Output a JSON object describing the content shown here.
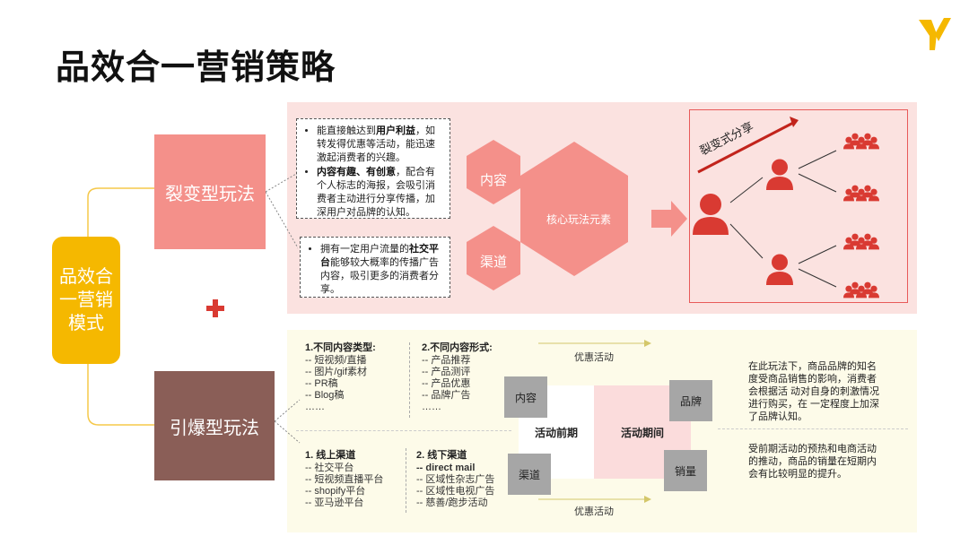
{
  "title": "品效合一营销策略",
  "mode_label": "品效合一营销模式",
  "fission_label": "裂变型玩法",
  "burst_label": "引爆型玩法",
  "colors": {
    "yellow": "#f5b800",
    "salmon": "#f4908a",
    "brown": "#8a5e57",
    "red": "#d93a32",
    "pink_panel": "#fbe2e0",
    "cream_panel": "#fdfbe9"
  },
  "fission": {
    "note1": [
      {
        "pre": "能直接触达到",
        "bold": "用户利益",
        "post": "，如转发得优惠等活动，能迅速激起消费者的兴趣。"
      },
      {
        "pre": "",
        "bold": "内容有趣、有创意",
        "post": "，配合有个人标志的海报，会吸引消费者主动进行分享传播，加深用户对品牌的认知。"
      }
    ],
    "note2": {
      "pre": "拥有一定用户流量的",
      "bold": "社交平台",
      "post": "能够较大概率的传播广告内容，吸引更多的消费者分享。"
    },
    "hex_content": "内容",
    "hex_channel": "渠道",
    "hex_core": "核心玩法元素",
    "share_label": "裂变式分享"
  },
  "burst": {
    "content_types": {
      "heading": "1.不同内容类型:",
      "items": [
        "-- 短视频/直播",
        "-- 图片/gif素材",
        "--  PR稿",
        "--  Blog稿",
        "……"
      ]
    },
    "content_forms": {
      "heading": "2.不同内容形式:",
      "items": [
        "-- 产品推荐",
        "-- 产品测评",
        "-- 产品优惠",
        "-- 品牌广告",
        "……"
      ]
    },
    "online": {
      "heading": "1. 线上渠道",
      "items": [
        "-- 社交平台",
        "-- 短视频直播平台",
        "-- shopify平台",
        "-- 亚马逊平台"
      ]
    },
    "offline": {
      "heading": "2. 线下渠道",
      "bold_item": "-- direct mail",
      "items": [
        "-- 区域性杂志广告",
        "-- 区域性电视广告",
        "-- 慈善/跑步活动"
      ]
    },
    "promo_top": "优惠活动",
    "promo_bottom": "优惠活动",
    "sq_content": "内容",
    "sq_channel": "渠道",
    "sq_brand": "品牌",
    "sq_sales": "销量",
    "pre_period": "活动前期",
    "during_period": "活动期间",
    "desc_top": "在此玩法下，商品品牌的知名度受商品销售的影响，消费者会根据活 动对自身的刺激情况进行购买，在 一定程度上加深了品牌认知。",
    "desc_bottom": "受前期活动的预热和电商活动的推动，商品的销量在短期内会有比较明显的提升。"
  }
}
